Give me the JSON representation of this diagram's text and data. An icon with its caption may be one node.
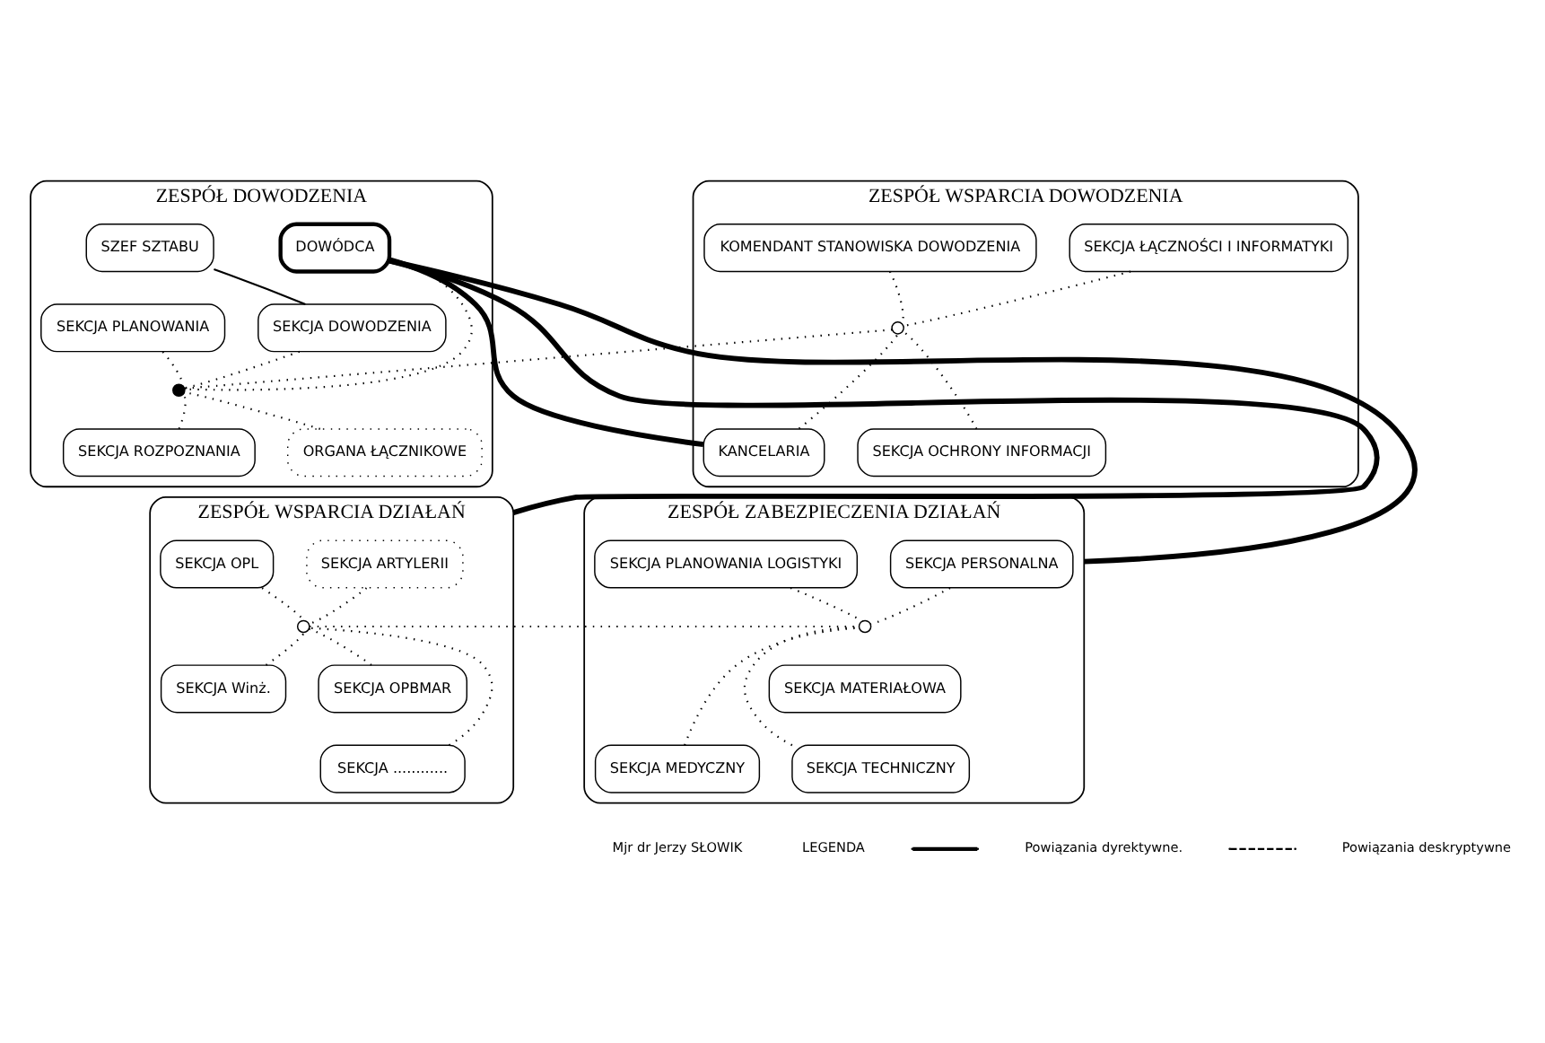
{
  "diagram": {
    "nodes": [
      {
        "text": [
          "ZESPÓŁ DOWODZENIA"
        ]
      },
      {
        "text": [
          "DOWÓDCA"
        ],
        "in": 0
      },
      {
        "text": [
          "SZEF SZTABU"
        ],
        "in": 0
      },
      {
        "text": [
          "SEKCJA PLANOWANIA"
        ],
        "in": 0
      },
      {
        "text": [
          "SEKCJA DOWODZENIA"
        ],
        "in": 0
      },
      {
        "text": [
          "SEKCJA ROZPOZNANIA"
        ],
        "in": 0
      },
      {
        "text": [
          "ORGANA ŁĄCZNIKOWE"
        ],
        "in": 0
      },
      {
        "text": [],
        "shape": "circle",
        "in": 0
      },
      {
        "text": [
          "ZESPÓŁ WSPARCIA DOWODZENIA"
        ]
      },
      {
        "text": [
          "SEKCJA ŁĄCZNOŚCI I INFORMATYKI"
        ],
        "in": 8
      },
      {
        "text": [
          "KOMENDANT STANOWISKA DOWODZENIA"
        ],
        "in": 8
      },
      {
        "text": [
          "KANCELARIA"
        ],
        "in": 8
      },
      {
        "text": [
          "SEKCJA OCHRONY INFORMACJI"
        ],
        "in": 8
      },
      {
        "text": [],
        "shape": "circle",
        "in": 8
      },
      {
        "text": [
          "ZESPÓŁ WSPARCIA DZIAŁAŃ"
        ]
      },
      {
        "text": [
          "SEKCJA ARTYLERII"
        ],
        "in": 14
      },
      {
        "text": [
          "SEKCJA OPL"
        ],
        "in": 14
      },
      {
        "text": [
          "SEKCJA Winż."
        ],
        "in": 14
      },
      {
        "text": [
          "SEKCJA OPBMAR"
        ],
        "in": 14
      },
      {
        "text": [
          "SEKCJA ............"
        ],
        "in": 14
      },
      {
        "text": [],
        "shape": "circle",
        "in": 14
      },
      {
        "text": [
          "ZESPÓŁ ZABEZPIECZENIA DZIAŁAŃ"
        ]
      },
      {
        "text": [
          "SEKCJA PERSONALNA"
        ],
        "in": 21
      },
      {
        "text": [
          "SEKCJA PLANOWANIA LOGISTYKI"
        ],
        "in": 21
      },
      {
        "text": [
          "SEKCJA MATERIAŁOWA"
        ],
        "in": 21
      },
      {
        "text": [
          "SEKCJA MEDYCZNY"
        ],
        "in": 21
      },
      {
        "text": [
          "SEKCJA TECHNICZNY"
        ],
        "in": 21
      },
      {
        "text": [],
        "shape": "circle",
        "in": 21
      }
    ],
    "edges": [
      {
        "from": 1,
        "to": 11,
        "arrow": "none",
        "style": "thick"
      },
      {
        "from": 1,
        "to": 14,
        "arrow": "none",
        "style": "thick"
      },
      {
        "from": 1,
        "to": 21,
        "arrow": "none",
        "style": "thick"
      },
      {
        "from": 2,
        "to": 4,
        "arrow": "none"
      },
      {
        "from": 1,
        "to": 7,
        "arrow": "none",
        "style": "dashed"
      },
      {
        "from": 3,
        "to": 7,
        "arrow": "none",
        "style": "dashed"
      },
      {
        "from": 4,
        "to": 7,
        "arrow": "none",
        "style": "dashed"
      },
      {
        "from": 5,
        "to": 7,
        "arrow": "none",
        "style": "dashed"
      },
      {
        "from": 6,
        "to": 7,
        "arrow": "none",
        "style": "dashed"
      },
      {
        "from": 7,
        "to": 13,
        "arrow": "none",
        "style": "dashed"
      },
      {
        "from": 9,
        "to": 13,
        "arrow": "none",
        "style": "dashed"
      },
      {
        "from": 10,
        "to": 13,
        "arrow": "none",
        "style": "dashed"
      },
      {
        "from": 11,
        "to": 13,
        "arrow": "none",
        "style": "dashed"
      },
      {
        "from": 12,
        "to": 13,
        "arrow": "none",
        "style": "dashed"
      },
      {
        "from": 15,
        "to": 20,
        "arrow": "none",
        "style": "dashed"
      },
      {
        "from": 16,
        "to": 20,
        "arrow": "none",
        "style": "dashed"
      },
      {
        "from": 17,
        "to": 20,
        "arrow": "none",
        "style": "dashed"
      },
      {
        "from": 18,
        "to": 20,
        "arrow": "none",
        "style": "dashed"
      },
      {
        "from": 19,
        "to": 20,
        "arrow": "none",
        "style": "dashed"
      },
      {
        "from": 20,
        "to": 27,
        "arrow": "none",
        "style": "dashed"
      },
      {
        "from": 22,
        "to": 27,
        "arrow": "none",
        "style": "dashed"
      },
      {
        "from": 23,
        "to": 27,
        "arrow": "none",
        "style": "dashed"
      },
      {
        "from": 25,
        "to": 27,
        "arrow": "none",
        "style": "dashed"
      },
      {
        "from": 26,
        "to": 27,
        "arrow": "none",
        "style": "dashed"
      }
    ],
    "labels": [
      "LEGENDA",
      "Mjr dr Jerzy SŁOWIK"
    ],
    "legend": [
      {
        "text": "Powiązania dyrektywne."
      },
      {
        "text": "Powiązania deskryptywne"
      }
    ]
  }
}
